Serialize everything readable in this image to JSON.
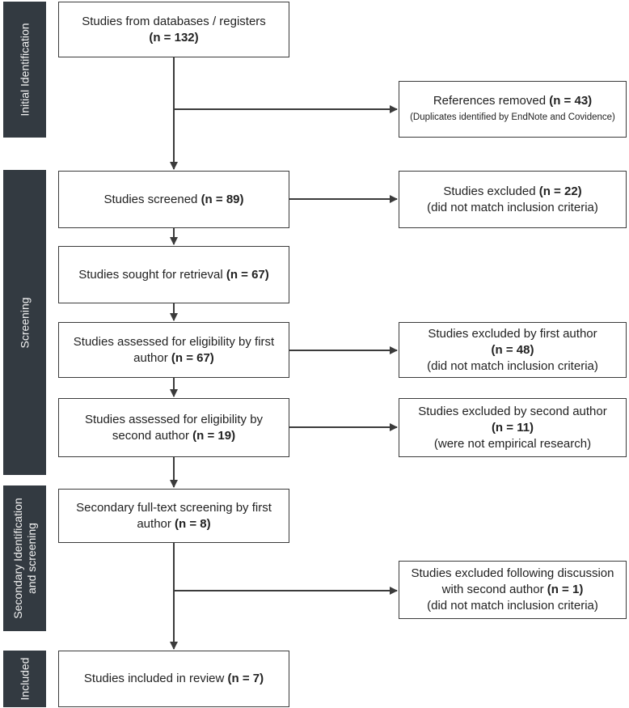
{
  "stages": {
    "identification": "Initial Identification",
    "screening": "Screening",
    "secondary": "Secondary Identification and screening",
    "included": "Included"
  },
  "boxes": {
    "databases": {
      "text": "Studies from databases / registers",
      "n": "(n = 132)"
    },
    "removed": {
      "text": "References removed ",
      "n": "(n = 43)",
      "note": "(Duplicates identified by EndNote and Covidence)"
    },
    "screened": {
      "text": "Studies screened ",
      "n": "(n = 89)"
    },
    "excluded_screen": {
      "text": "Studies excluded ",
      "n": "(n = 22)",
      "note": "(did not match inclusion criteria)"
    },
    "sought": {
      "text": "Studies sought for retrieval ",
      "n": "(n = 67)"
    },
    "eligibility_first": {
      "text": "Studies assessed for eligibility by first author ",
      "n": "(n = 67)"
    },
    "excluded_first": {
      "text": "Studies excluded by first author",
      "n": "(n = 48)",
      "note": "(did not match inclusion criteria)"
    },
    "eligibility_second": {
      "text": "Studies assessed for eligibility by second author ",
      "n": "(n = 19)"
    },
    "excluded_second": {
      "text": "Studies excluded by second author",
      "n": "(n = 11)",
      "note": "(were not empirical research)"
    },
    "secondary_screen": {
      "text": "Secondary full-text screening by first author ",
      "n": "(n = 8)"
    },
    "excluded_discussion": {
      "text": "Studies excluded following discussion with second author ",
      "n": "(n = 1)",
      "note": "(did not match inclusion criteria)"
    },
    "included": {
      "text": "Studies included in review ",
      "n": "(n = 7)"
    }
  }
}
